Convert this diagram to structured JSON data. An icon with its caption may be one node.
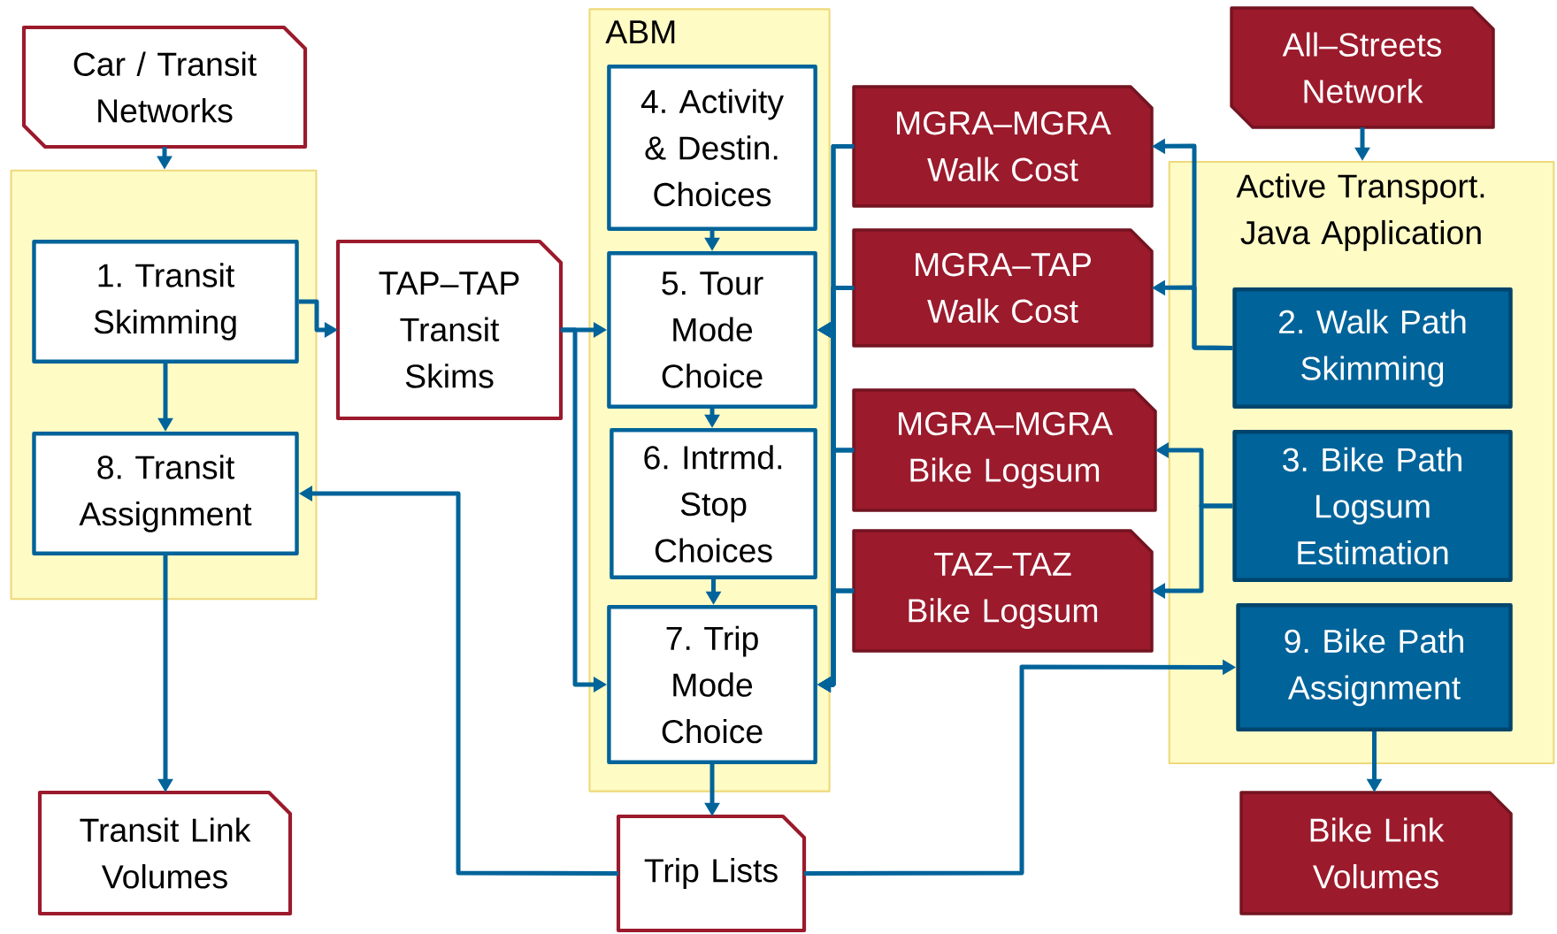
{
  "diagram": {
    "nodes": [
      {
        "text": [
          "Car / Transit Networks"
        ]
      },
      {
        "text": [],
        "shape": "box"
      },
      {
        "text": [
          "1. Transit Skimming"
        ],
        "in": 1
      },
      {
        "text": [
          "8. Transit Assignment"
        ],
        "in": 1
      },
      {
        "text": [
          "TAP–TAP Transit Skims"
        ]
      },
      {
        "text": [
          "ABM"
        ]
      },
      {
        "text": [
          "4. Activity & Destin. Choices"
        ],
        "in": 5
      },
      {
        "text": [
          "5. Tour Mode Choice"
        ],
        "in": 5
      },
      {
        "text": [
          "6. Intrmd. Stop Choices"
        ],
        "in": 5
      },
      {
        "text": [
          "7. Trip Mode Choice"
        ],
        "in": 5
      },
      {
        "text": [
          "MGRA–MGRA Walk Cost"
        ]
      },
      {
        "text": [
          "MGRA–TAP Walk Cost"
        ]
      },
      {
        "text": [
          "MGRA–MGRA Bike Logsum"
        ]
      },
      {
        "text": [
          "TAZ–TAZ Bike Logsum"
        ]
      },
      {
        "text": [
          "All–Streets Network"
        ]
      },
      {
        "text": [
          "Active Transport. Java Application"
        ]
      },
      {
        "text": [
          "2. Walk Path Skimming"
        ],
        "in": 15
      },
      {
        "text": [
          "3. Bike Path Logsum Estimation"
        ],
        "in": 15
      },
      {
        "text": [
          "9. Bike Path Assignment"
        ],
        "in": 15
      },
      {
        "text": [
          "Transit Link Volumes"
        ]
      },
      {
        "text": [
          "Trip Lists"
        ]
      },
      {
        "text": [
          "Bike Link Volumes"
        ]
      }
    ],
    "edges": [
      {
        "from": 0,
        "to": 1,
        "arrow": "to"
      },
      {
        "from": 14,
        "to": 15,
        "arrow": "to"
      },
      {
        "from": 2,
        "to": 4,
        "arrow": "to"
      },
      {
        "from": 2,
        "to": 3,
        "arrow": "to"
      },
      {
        "from": 4,
        "to": 7,
        "arrow": "to"
      },
      {
        "from": 4,
        "to": 9,
        "arrow": "to"
      },
      {
        "from": 6,
        "to": 7,
        "arrow": "to"
      },
      {
        "from": 7,
        "to": 8,
        "arrow": "to"
      },
      {
        "from": 8,
        "to": 9,
        "arrow": "to"
      },
      {
        "from": 9,
        "to": 20,
        "arrow": "to"
      },
      {
        "from": 20,
        "to": 3,
        "arrow": "to"
      },
      {
        "from": 20,
        "to": 18,
        "arrow": "to"
      },
      {
        "from": 3,
        "to": 19,
        "arrow": "to"
      },
      {
        "from": 18,
        "to": 21,
        "arrow": "to"
      },
      {
        "from": 16,
        "to": 10,
        "arrow": "to"
      },
      {
        "from": 16,
        "to": 11,
        "arrow": "to"
      },
      {
        "from": 17,
        "to": 12,
        "arrow": "to"
      },
      {
        "from": 17,
        "to": 13,
        "arrow": "to"
      },
      {
        "from": 10,
        "to": 7,
        "arrow": "to"
      },
      {
        "from": 10,
        "to": 9,
        "arrow": "to"
      },
      {
        "from": 11,
        "to": 7,
        "arrow": "to"
      },
      {
        "from": 11,
        "to": 9,
        "arrow": "to"
      },
      {
        "from": 12,
        "to": 7,
        "arrow": "to"
      },
      {
        "from": 12,
        "to": 9,
        "arrow": "to"
      },
      {
        "from": 13,
        "to": 7,
        "arrow": "to"
      },
      {
        "from": 13,
        "to": 9,
        "arrow": "to"
      }
    ]
  }
}
